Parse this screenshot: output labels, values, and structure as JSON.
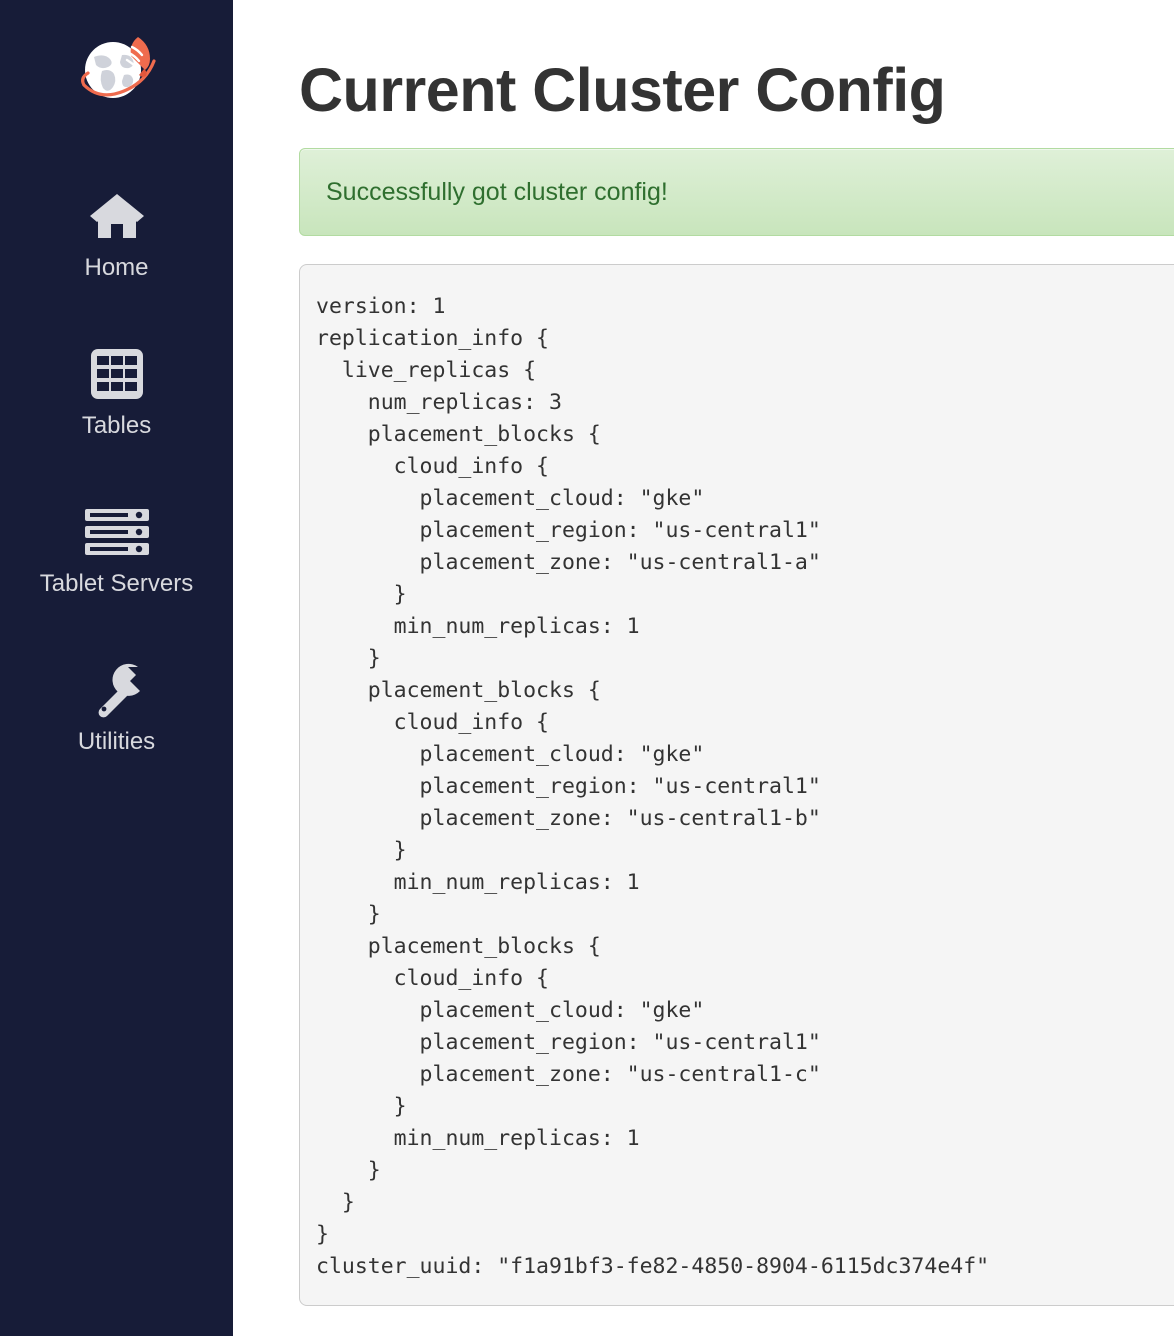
{
  "sidebar": {
    "logo": {
      "icon": "rocket-globe-logo",
      "globe_color": "#ffffff",
      "rocket_color": "#ef6b4e",
      "background": "#171c38"
    },
    "items": [
      {
        "id": "home",
        "label": "Home",
        "icon": "home-icon"
      },
      {
        "id": "tables",
        "label": "Tables",
        "icon": "table-grid-icon"
      },
      {
        "id": "tablet-servers",
        "label": "Tablet Servers",
        "icon": "server-rack-icon"
      },
      {
        "id": "utilities",
        "label": "Utilities",
        "icon": "wrench-icon"
      }
    ]
  },
  "main": {
    "title": "Current Cluster Config",
    "alert": {
      "type": "success",
      "message": "Successfully got cluster config!",
      "background_start": "#dff0d8",
      "background_end": "#c8e5bc",
      "border_color": "#b2dba1",
      "text_color": "#2f6f2f"
    },
    "config_text": "version: 1\nreplication_info {\n  live_replicas {\n    num_replicas: 3\n    placement_blocks {\n      cloud_info {\n        placement_cloud: \"gke\"\n        placement_region: \"us-central1\"\n        placement_zone: \"us-central1-a\"\n      }\n      min_num_replicas: 1\n    }\n    placement_blocks {\n      cloud_info {\n        placement_cloud: \"gke\"\n        placement_region: \"us-central1\"\n        placement_zone: \"us-central1-b\"\n      }\n      min_num_replicas: 1\n    }\n    placement_blocks {\n      cloud_info {\n        placement_cloud: \"gke\"\n        placement_region: \"us-central1\"\n        placement_zone: \"us-central1-c\"\n      }\n      min_num_replicas: 1\n    }\n  }\n}\ncluster_uuid: \"f1a91bf3-fe82-4850-8904-6115dc374e4f\"",
    "config_values": {
      "version": 1,
      "num_replicas": 3,
      "cluster_uuid": "f1a91bf3-fe82-4850-8904-6115dc374e4f",
      "placement_blocks": [
        {
          "placement_cloud": "gke",
          "placement_region": "us-central1",
          "placement_zone": "us-central1-a",
          "min_num_replicas": 1
        },
        {
          "placement_cloud": "gke",
          "placement_region": "us-central1",
          "placement_zone": "us-central1-b",
          "min_num_replicas": 1
        },
        {
          "placement_cloud": "gke",
          "placement_region": "us-central1",
          "placement_zone": "us-central1-c",
          "min_num_replicas": 1
        }
      ]
    }
  }
}
